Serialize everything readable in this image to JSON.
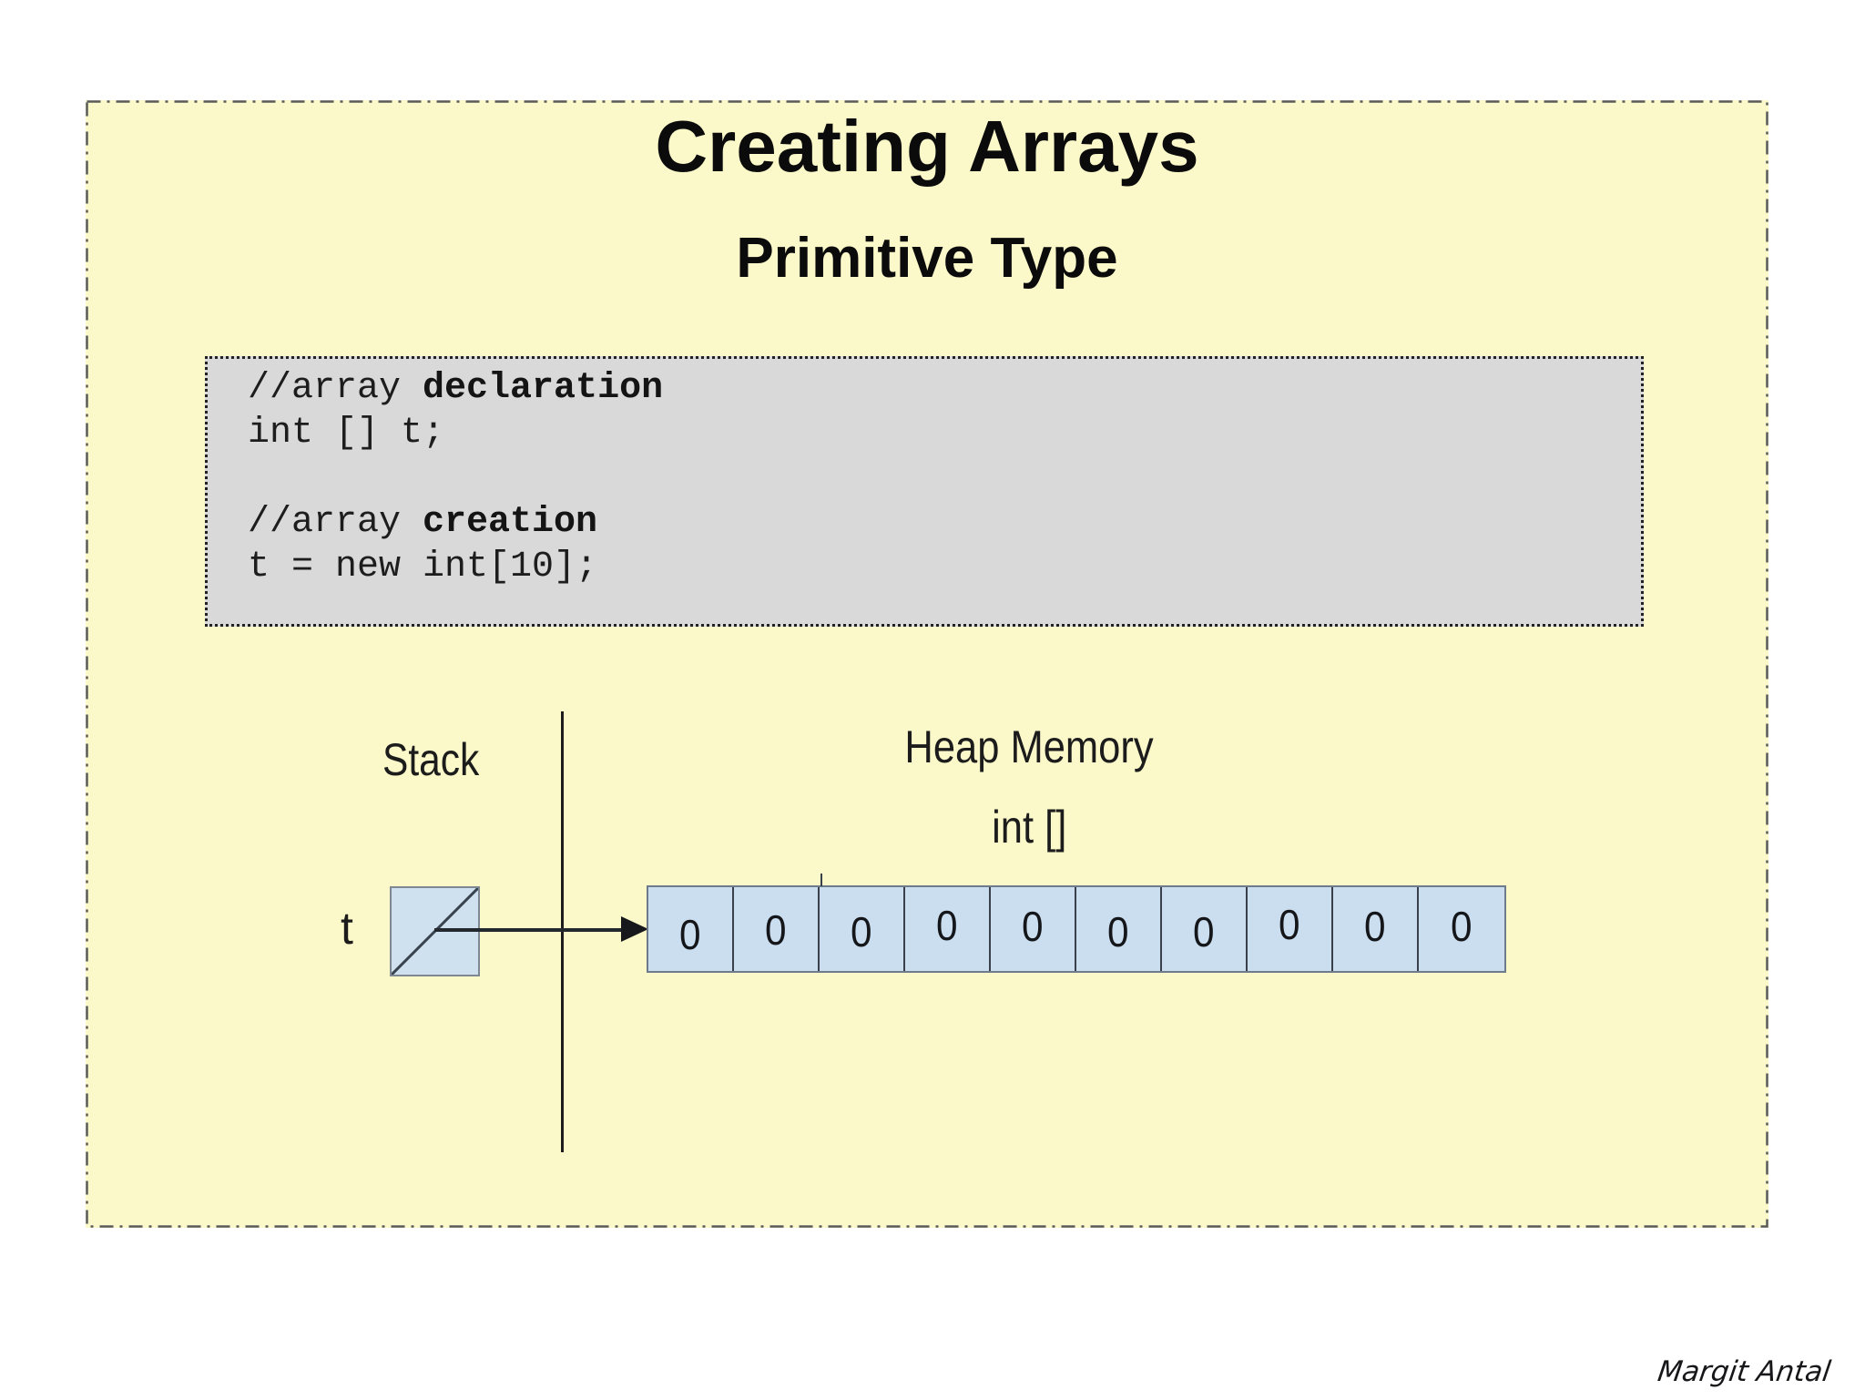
{
  "slide": {
    "title": "Creating Arrays",
    "subtitle": "Primitive Type",
    "code_block": {
      "lines": [
        {
          "segments": [
            {
              "text": "//array ",
              "bold": false
            },
            {
              "text": "declaration",
              "bold": true
            }
          ]
        },
        {
          "segments": [
            {
              "text": "int [] t;",
              "bold": false
            }
          ]
        },
        {
          "segments": []
        },
        {
          "segments": [
            {
              "text": "//array ",
              "bold": false
            },
            {
              "text": "creation",
              "bold": true
            }
          ]
        },
        {
          "segments": [
            {
              "text": "t = new int[10];",
              "bold": false
            }
          ]
        }
      ]
    },
    "diagram": {
      "stack_label": "Stack",
      "heap_label": "Heap Memory",
      "array_type_label": "int []",
      "variable_label": "t",
      "array_cells": [
        "0",
        "0",
        "0",
        "0",
        "0",
        "0",
        "0",
        "0",
        "0",
        "0"
      ]
    }
  },
  "signature": "Margit Antal",
  "colors": {
    "page_background": "#FFFFFF",
    "slide_background": "#FBF8C9",
    "slide_border": "#5A5A5A",
    "code_background": "#D9D9D9",
    "code_border": "#222222",
    "cell_fill": "#CBDEEF",
    "cell_border": "#39404C",
    "text": "#111111"
  }
}
